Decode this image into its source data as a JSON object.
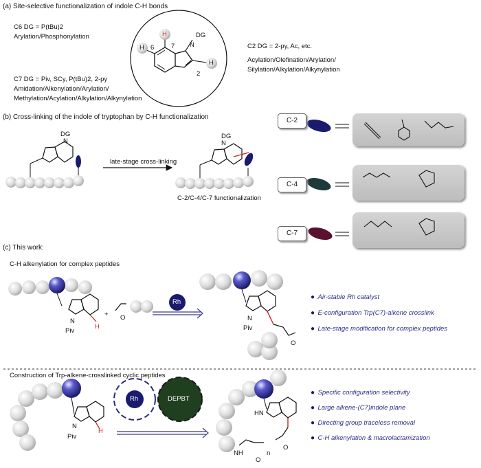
{
  "section_a": {
    "title": "(a) Site-selective functionalization of indole C-H bonds",
    "c6_dg": "C6 DG = P(tBu)2",
    "c6_rxn": "Arylation/Phosphonylation",
    "c7_dg": "C7 DG = Piv, SCy, P(tBu)2, 2-py",
    "c7_rxn1": "Amidation/Alkenylation/Arylation/",
    "c7_rxn2": "Methylation/Acylation/Alkylation/Alkynylation",
    "c2_dg": "C2 DG = 2-py, Ac, etc.",
    "c2_rxn1": "Acylation/Olefination/Arylation/",
    "c2_rxn2": "Silylation/Alkylation/Alkynylation",
    "atom_dg": "DG",
    "atom_n": "N",
    "atom_h": "H",
    "num_6": "6",
    "num_7": "7",
    "num_2": "2"
  },
  "section_b": {
    "title": "(b) Cross-linking of the indole of tryptophan by C-H functionalization",
    "arrow_label": "late-stage cross-linking",
    "sub_label": "C-2/C-4/C-7 functionalization",
    "tags": [
      "C-2",
      "C-4",
      "C-7"
    ],
    "atom_dg": "DG",
    "atom_n": "N"
  },
  "section_c": {
    "title": "(c) This work:",
    "sub1": "C-H alkenylation for complex peptides",
    "rh": "Rh",
    "plus": "+",
    "piv": "Piv",
    "n": "N",
    "h": "H",
    "o": "O",
    "bullets1": [
      "Air-stable Rh catalyst",
      "E-configuration Trp(C7)-alkene crosslink",
      "Late-stage modification for complex peptides"
    ],
    "sub2": "Construction of Trp-alkene-crosslinked cyclic peptides",
    "depbt": "DEPBT",
    "hn": "HN",
    "nh": "NH",
    "n_sub": "n",
    "bullets2": [
      "Specific configuration selectivity",
      "Large alkene-(C7)indole plane",
      "Directing group traceless removal",
      "C-H alkenylation & macrolactamization"
    ]
  },
  "colors": {
    "blue_node": "#1a1a6e",
    "dark_green": "#1f3f1f",
    "red_bond": "#cc2222",
    "teal_oval": "#1c3a3a",
    "maroon_oval": "#5a1030"
  }
}
